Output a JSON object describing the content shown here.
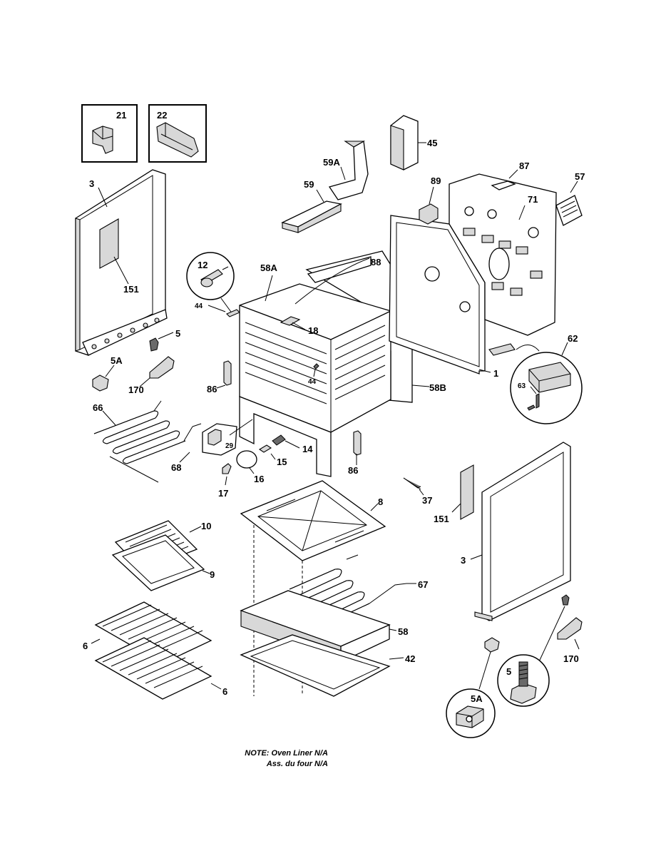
{
  "diagram": {
    "labels": {
      "p21": "21",
      "p22": "22",
      "p3_left": "3",
      "p151_left": "151",
      "p5_left": "5",
      "p5a_left": "5A",
      "p170_left": "170",
      "p12": "12",
      "p44_top": "44",
      "p58a": "58A",
      "p18": "18",
      "p59": "59",
      "p59a": "59A",
      "p45": "45",
      "p88": "88",
      "p89": "89",
      "p87": "87",
      "p71": "71",
      "p57": "57",
      "p62": "62",
      "p63": "63",
      "p1": "1",
      "p58b": "58B",
      "p44_mid": "44",
      "p86_left": "86",
      "p86_right": "86",
      "p66": "66",
      "p68": "68",
      "p29": "29",
      "p14": "14",
      "p15": "15",
      "p16": "16",
      "p17": "17",
      "p37": "37",
      "p8": "8",
      "p10": "10",
      "p9": "9",
      "p67": "67",
      "p58": "58",
      "p42": "42",
      "p6_top": "6",
      "p6_bottom": "6",
      "p151_right": "151",
      "p3_right": "3",
      "p170_right": "170",
      "p5_circle": "5",
      "p5a_circle": "5A"
    },
    "note": {
      "line1": "NOTE: Oven Liner N/A",
      "line2": "Ass. du four N/A"
    }
  }
}
